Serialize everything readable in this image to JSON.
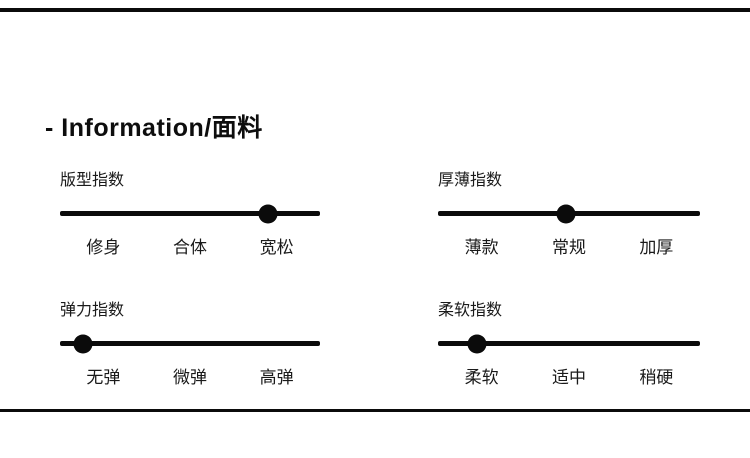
{
  "title": "- Information/面料",
  "indicators": [
    {
      "label": "版型指数",
      "options": [
        "修身",
        "合体",
        "宽松"
      ],
      "selected": "宽松",
      "dot_position_pct": 80
    },
    {
      "label": "厚薄指数",
      "options": [
        "薄款",
        "常规",
        "加厚"
      ],
      "selected": "常规",
      "dot_position_pct": 49
    },
    {
      "label": "弹力指数",
      "options": [
        "无弹",
        "微弹",
        "高弹"
      ],
      "selected": "无弹",
      "dot_position_pct": 9
    },
    {
      "label": "柔软指数",
      "options": [
        "柔软",
        "适中",
        "稍硬"
      ],
      "selected": "柔软",
      "dot_position_pct": 15
    }
  ],
  "colors": {
    "track": "#0b0b0b",
    "dot": "#0b0b0b",
    "text": "#1a1a1a"
  }
}
